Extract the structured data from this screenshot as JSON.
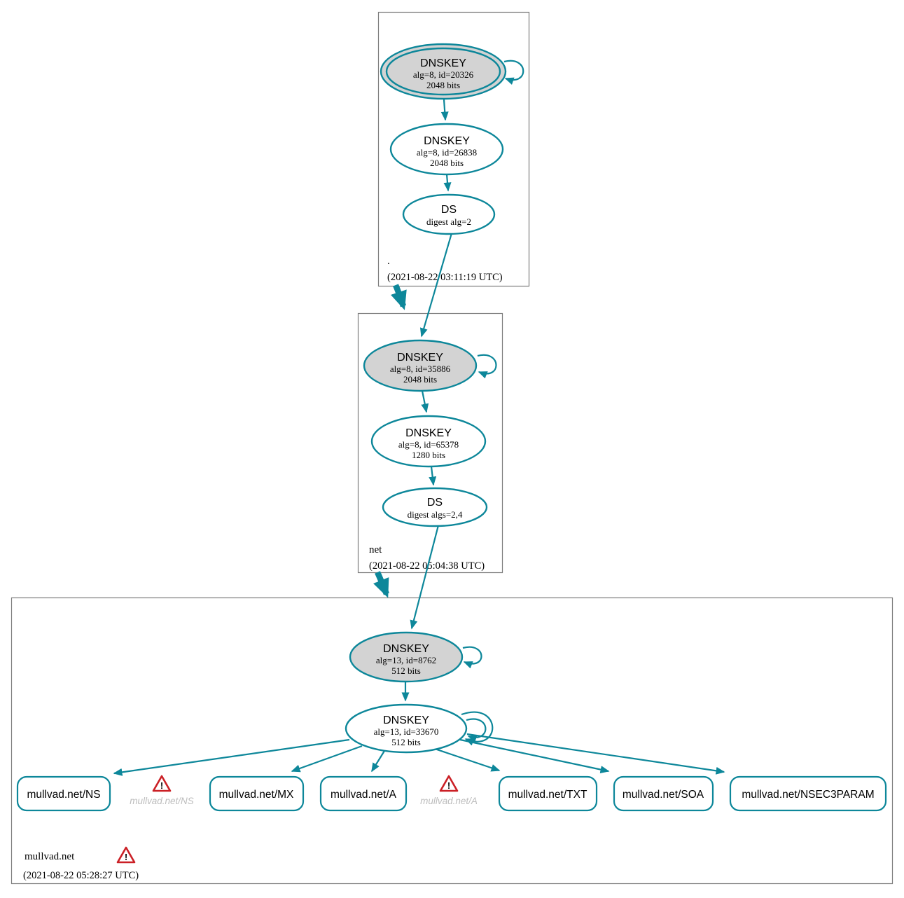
{
  "colors": {
    "edge_secure": "#0d879a",
    "ksk_fill": "#d3d3d3",
    "warning_red": "#cb2026",
    "missing_label_gray": "#bdbdbd"
  },
  "warning": {
    "glyph": "!"
  },
  "zones": {
    "root": {
      "name": ".",
      "timestamp": "(2021-08-22 03:11:19 UTC)",
      "ksk": {
        "title": "DNSKEY",
        "detail": "alg=8, id=20326",
        "bits": "2048 bits"
      },
      "zsk": {
        "title": "DNSKEY",
        "detail": "alg=8, id=26838",
        "bits": "2048 bits"
      },
      "ds": {
        "title": "DS",
        "detail": "digest alg=2"
      }
    },
    "net": {
      "name": "net",
      "timestamp": "(2021-08-22 05:04:38 UTC)",
      "ksk": {
        "title": "DNSKEY",
        "detail": "alg=8, id=35886",
        "bits": "2048 bits"
      },
      "zsk": {
        "title": "DNSKEY",
        "detail": "alg=8, id=65378",
        "bits": "1280 bits"
      },
      "ds": {
        "title": "DS",
        "detail": "digest algs=2,4"
      }
    },
    "mullvad": {
      "name": "mullvad.net",
      "timestamp": "(2021-08-22 05:28:27 UTC)",
      "ksk": {
        "title": "DNSKEY",
        "detail": "alg=13, id=8762",
        "bits": "512 bits"
      },
      "zsk": {
        "title": "DNSKEY",
        "detail": "alg=13, id=33670",
        "bits": "512 bits"
      },
      "rrsets": [
        {
          "label": "mullvad.net/NS"
        },
        {
          "label": "mullvad.net/MX"
        },
        {
          "label": "mullvad.net/A"
        },
        {
          "label": "mullvad.net/TXT"
        },
        {
          "label": "mullvad.net/SOA"
        },
        {
          "label": "mullvad.net/NSEC3PARAM"
        }
      ],
      "missing_rrsets": [
        {
          "label": "mullvad.net/NS"
        },
        {
          "label": "mullvad.net/A"
        }
      ]
    }
  }
}
